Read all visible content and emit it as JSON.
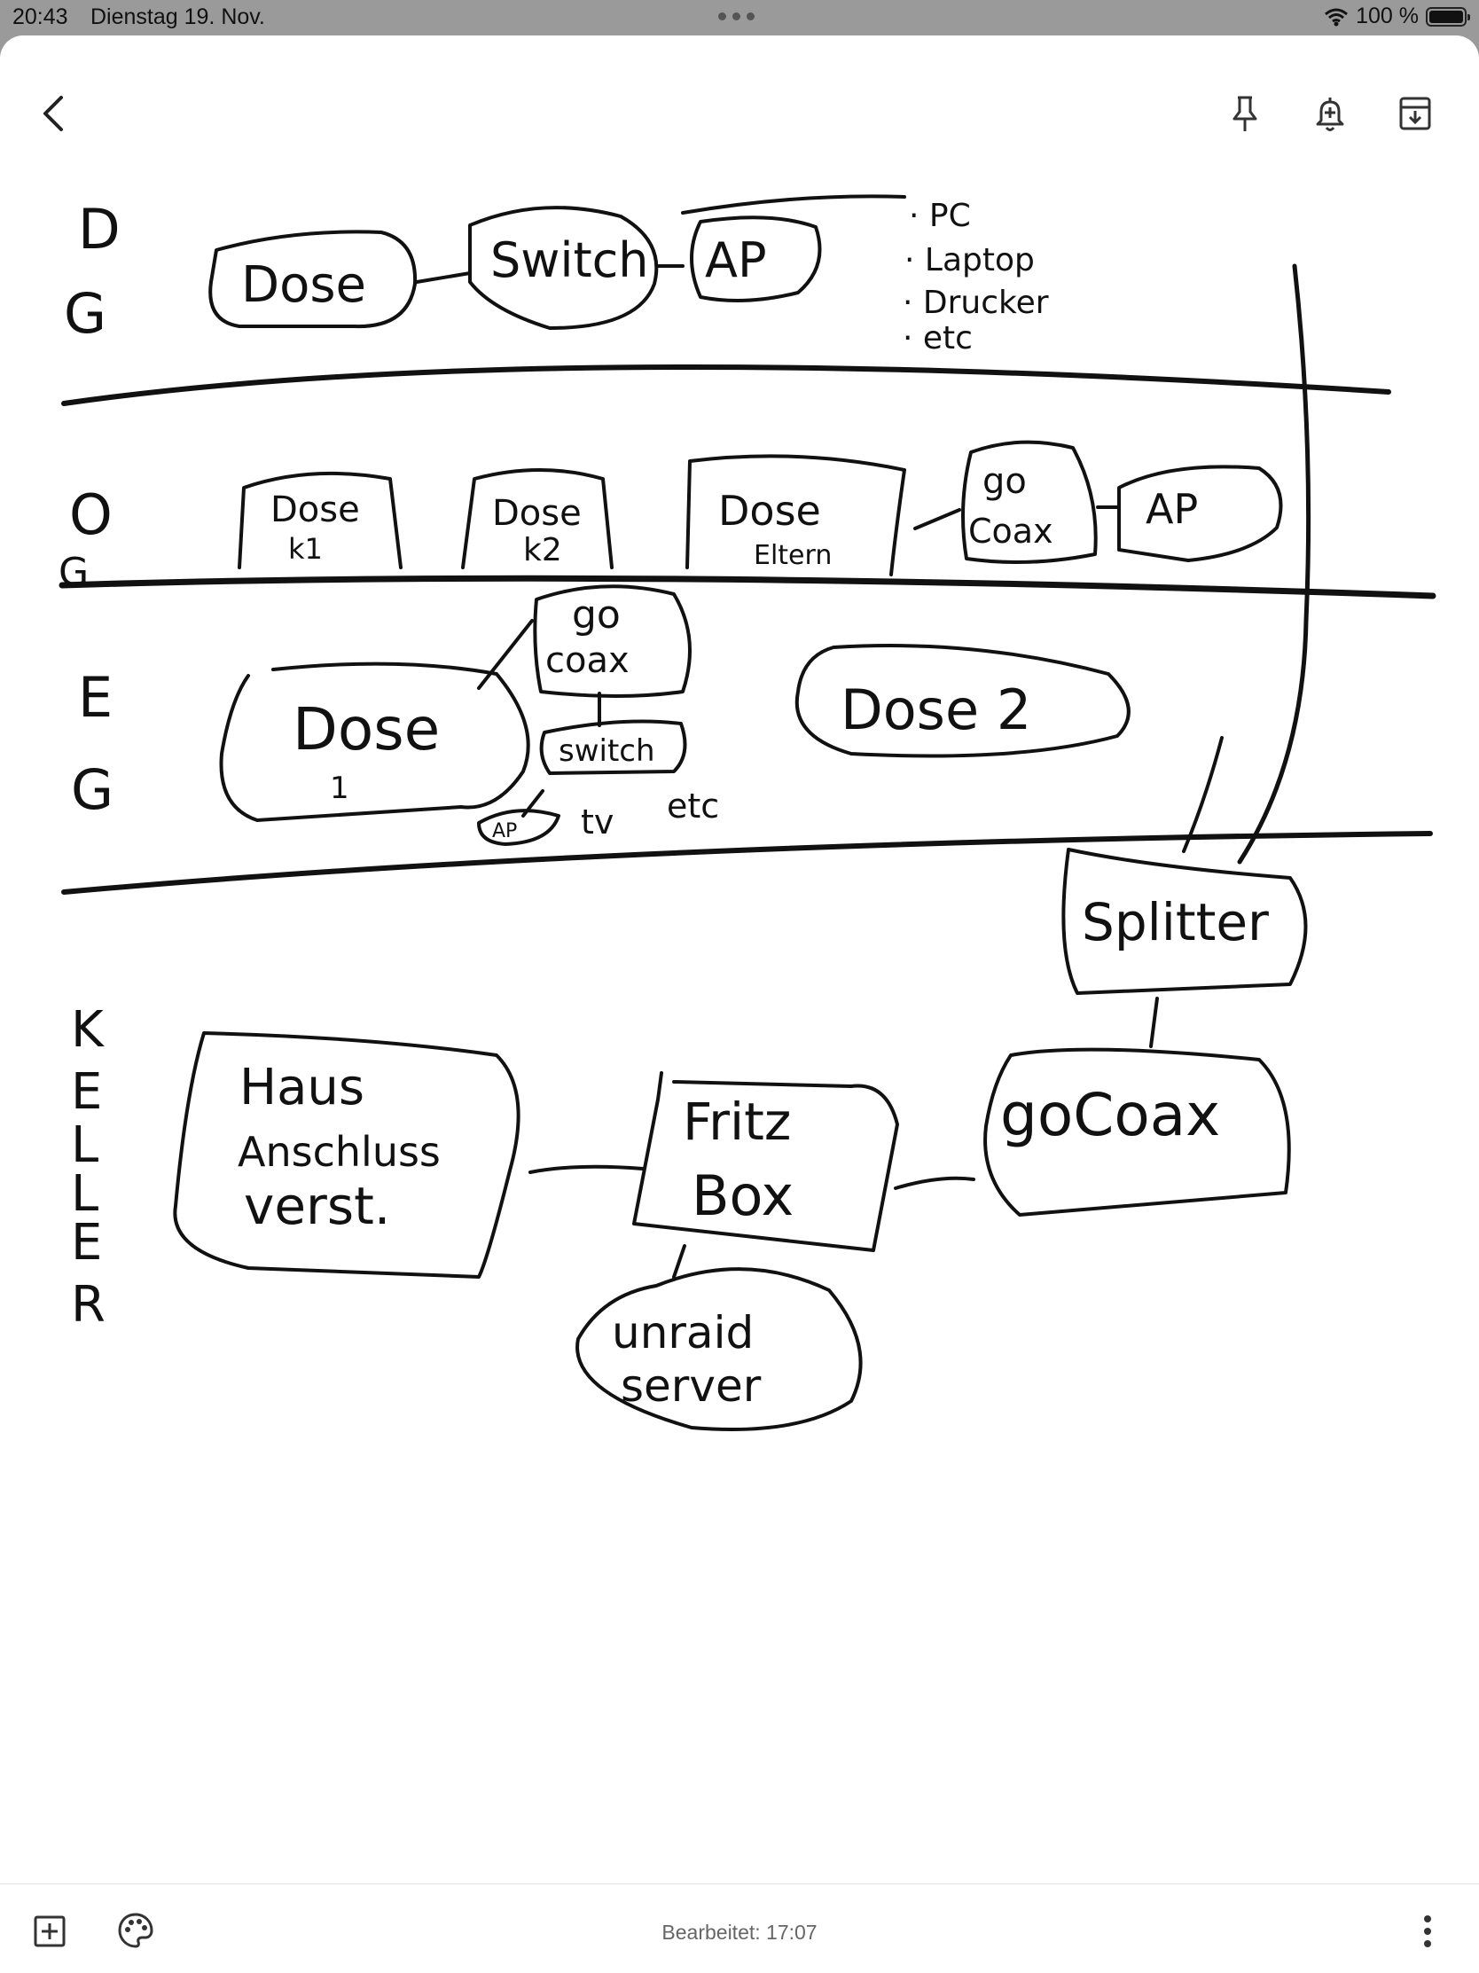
{
  "status_bar": {
    "time": "20:43",
    "date": "Dienstag 19. Nov.",
    "battery": "100 %"
  },
  "toolbar": {
    "back_icon": "chevron-left-icon",
    "pin_icon": "pin-icon",
    "reminder_icon": "bell-plus-icon",
    "archive_icon": "archive-icon"
  },
  "drawing": {
    "floor_labels": {
      "dg": [
        "D",
        "G"
      ],
      "og": [
        "O",
        "G"
      ],
      "eg": [
        "E",
        "G"
      ],
      "keller": [
        "K",
        "E",
        "L",
        "L",
        "E",
        "R"
      ]
    },
    "dg": {
      "dose": "Dose",
      "switch": "Switch",
      "ap": "AP",
      "list": [
        "· PC",
        "· Laptop",
        "· Drucker",
        "· etc"
      ]
    },
    "og": {
      "dose_k1_line1": "Dose",
      "dose_k1_line2": "k1",
      "dose_k2_line1": "Dose",
      "dose_k2_line2": "k2",
      "dose_eltern_line1": "Dose",
      "dose_eltern_line2": "Eltern",
      "gocoax_line1": "go",
      "gocoax_line2": "Coax",
      "ap": "AP"
    },
    "eg": {
      "dose1": "Dose",
      "dose1_sub": "1",
      "gocoax_line1": "go",
      "gocoax_line2": "coax",
      "switch": "switch",
      "ap": "AP",
      "tv": "tv",
      "etc": "etc",
      "dose2": "Dose 2"
    },
    "keller": {
      "splitter": "Splitter",
      "haus_line1": "Haus",
      "haus_line2": "Anschluss",
      "haus_line3": "verst.",
      "fritz_line1": "Fritz",
      "fritz_line2": "Box",
      "gocoax": "goCoax",
      "unraid_line1": "unraid",
      "unraid_line2": "server"
    }
  },
  "bottom_bar": {
    "add_icon": "plus-square-icon",
    "palette_icon": "palette-icon",
    "edited": "Bearbeitet: 17:07",
    "more_icon": "more-vertical-icon"
  }
}
